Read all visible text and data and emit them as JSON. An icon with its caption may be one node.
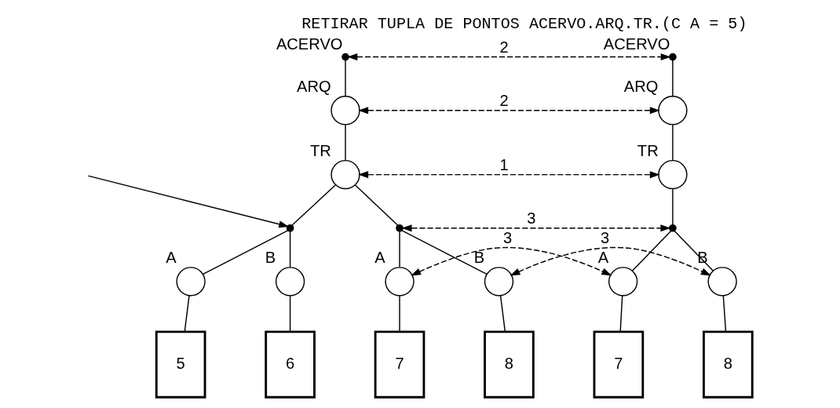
{
  "diagram": {
    "title": "RETIRAR TUPLA DE PONTOS ACERVO.ARQ.TR.(C A = 5)",
    "nodes": [
      {
        "text": [],
        "shape": "dot",
        "beside": [
          "ACERVO"
        ]
      },
      {
        "text": [],
        "shape": "circle",
        "beside": [
          "ARQ"
        ]
      },
      {
        "text": [],
        "shape": "circle",
        "beside": [
          "TR"
        ]
      },
      {
        "text": [],
        "shape": "dot"
      },
      {
        "text": [],
        "shape": "dot"
      },
      {
        "text": [],
        "shape": "circle",
        "beside": [
          "A"
        ]
      },
      {
        "text": [],
        "shape": "circle",
        "beside": [
          "B"
        ]
      },
      {
        "text": [],
        "shape": "circle",
        "beside": [
          "A"
        ]
      },
      {
        "text": [],
        "shape": "circle",
        "beside": [
          "B"
        ]
      },
      {
        "text": [
          "5"
        ]
      },
      {
        "text": [
          "6"
        ]
      },
      {
        "text": [
          "7"
        ]
      },
      {
        "text": [
          "8"
        ]
      },
      {
        "text": [],
        "shape": "dot",
        "beside": [
          "ACERVO"
        ]
      },
      {
        "text": [],
        "shape": "circle",
        "beside": [
          "ARQ"
        ]
      },
      {
        "text": [],
        "shape": "circle",
        "beside": [
          "TR"
        ]
      },
      {
        "text": [],
        "shape": "dot"
      },
      {
        "text": [],
        "shape": "circle",
        "beside": [
          "A"
        ]
      },
      {
        "text": [],
        "shape": "circle",
        "beside": [
          "B"
        ]
      },
      {
        "text": [
          "7"
        ]
      },
      {
        "text": [
          "8"
        ]
      }
    ],
    "edges": [
      {
        "from": 0,
        "to": 1,
        "arrow": "none"
      },
      {
        "from": 1,
        "to": 2,
        "arrow": "none"
      },
      {
        "from": 2,
        "to": 3,
        "arrow": "none"
      },
      {
        "from": 2,
        "to": 4,
        "arrow": "none"
      },
      {
        "from": 3,
        "to": 5,
        "arrow": "none"
      },
      {
        "from": 3,
        "to": 6,
        "arrow": "none"
      },
      {
        "from": 4,
        "to": 7,
        "arrow": "none"
      },
      {
        "from": 4,
        "to": 8,
        "arrow": "none"
      },
      {
        "from": 5,
        "to": 9,
        "arrow": "none"
      },
      {
        "from": 6,
        "to": 10,
        "arrow": "none"
      },
      {
        "from": 7,
        "to": 11,
        "arrow": "none"
      },
      {
        "from": 8,
        "to": 12,
        "arrow": "none"
      },
      {
        "from": 13,
        "to": 14,
        "arrow": "none"
      },
      {
        "from": 14,
        "to": 15,
        "arrow": "none"
      },
      {
        "from": 15,
        "to": 16,
        "arrow": "none"
      },
      {
        "from": 16,
        "to": 17,
        "arrow": "none"
      },
      {
        "from": 16,
        "to": 18,
        "arrow": "none"
      },
      {
        "from": 17,
        "to": 19,
        "arrow": "none"
      },
      {
        "from": 18,
        "to": 20,
        "arrow": "none"
      },
      {
        "from": 0,
        "to": 13,
        "arrow": "both",
        "style": "dashed",
        "label": "2"
      },
      {
        "from": 1,
        "to": 14,
        "arrow": "both",
        "style": "dashed",
        "label": "2"
      },
      {
        "from": 2,
        "to": 15,
        "arrow": "both",
        "style": "dashed",
        "label": "1"
      },
      {
        "from": 4,
        "to": 16,
        "arrow": "both",
        "style": "dashed",
        "label": "3"
      },
      {
        "from": 7,
        "to": 17,
        "arrow": "both",
        "style": "dashed",
        "label": "3"
      },
      {
        "from": 8,
        "to": 18,
        "arrow": "both",
        "style": "dashed",
        "label": "3"
      },
      {
        "from": null,
        "to": 3,
        "arrow": "to"
      }
    ]
  }
}
